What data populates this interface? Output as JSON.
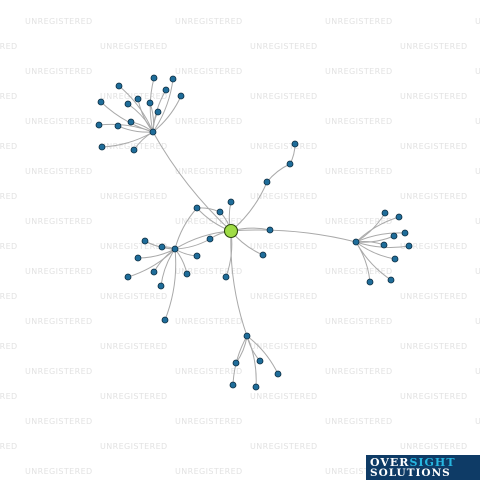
{
  "watermark": {
    "text": "UNREGISTERED"
  },
  "logo": {
    "line1_a": "OVER",
    "line1_b": "SIGHT",
    "line2": "SOLUTIONS"
  },
  "colors": {
    "edge": "#a9a9a9",
    "node": "#1f6d9a",
    "center_node": "#9fdc45",
    "logo_bg": "#0e3b66",
    "logo_accent": "#26b6e0"
  },
  "graph": {
    "node_count": 52,
    "center_node": "center"
  }
}
